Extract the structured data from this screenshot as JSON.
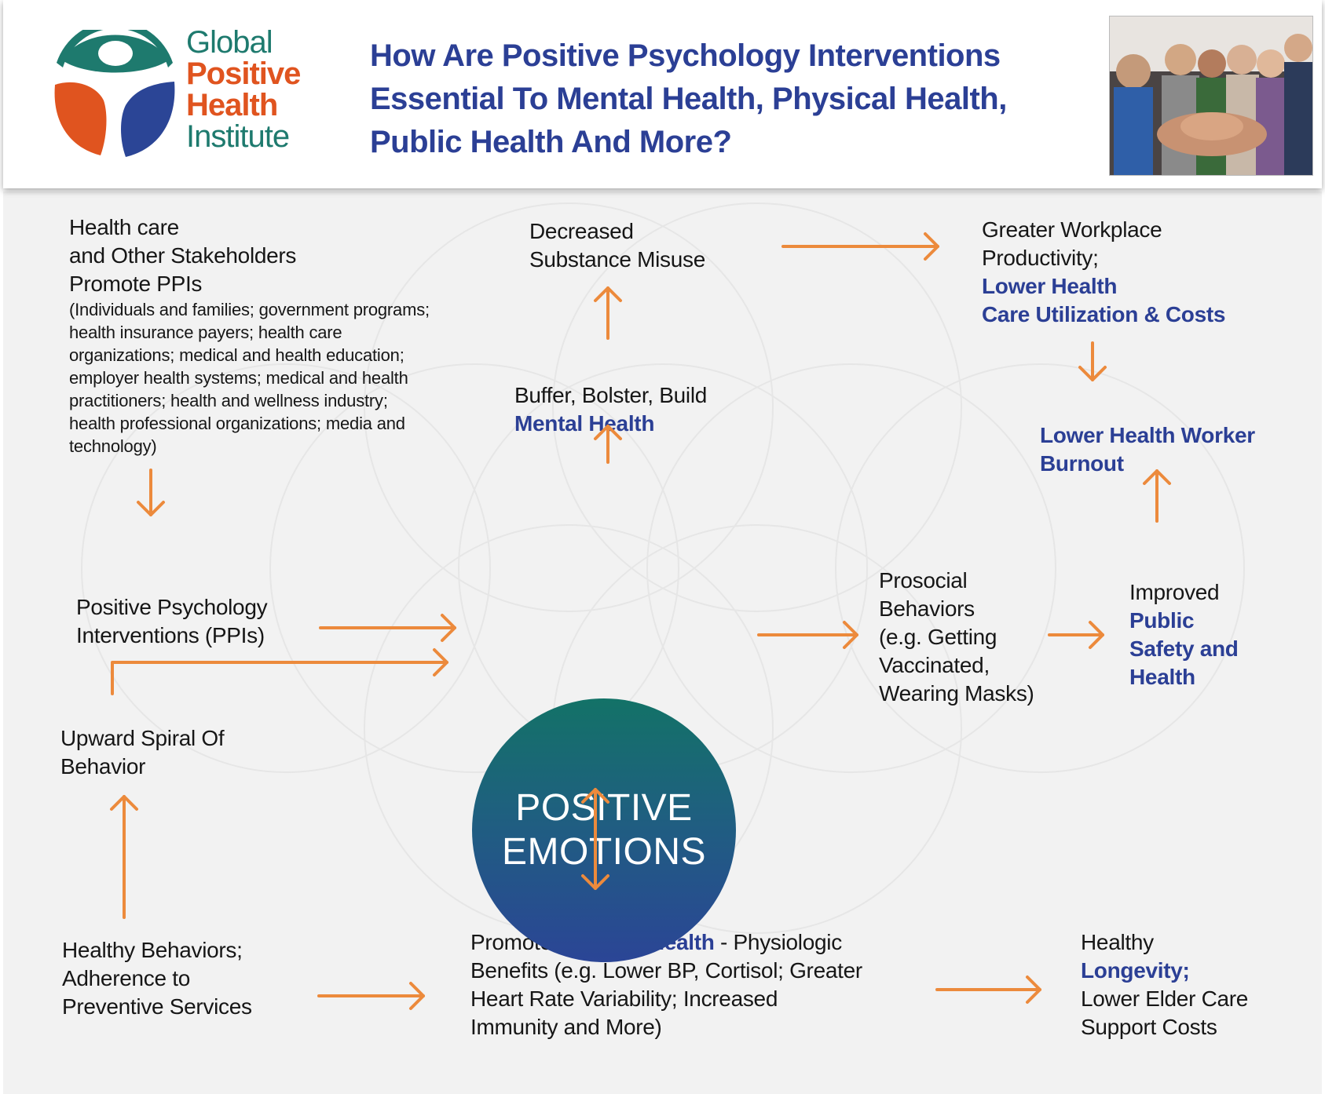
{
  "header": {
    "logo_lines": [
      "Global",
      "Positive",
      "Health",
      "Institute"
    ],
    "title_lines": [
      "How Are Positive Psychology Interventions",
      "Essential To Mental Health, Physical Health,",
      "Public Health And More?"
    ]
  },
  "diagram": {
    "center": [
      "POSITIVE",
      "EMOTIONS"
    ],
    "stakeholders": {
      "lines": [
        "Health care",
        "and Other Stakeholders",
        "Promote PPIs"
      ],
      "detail_lines": [
        "(Individuals and families; government programs;",
        "health insurance payers; health care",
        "organizations; medical and health education;",
        "employer health systems; medical and health",
        "practitioners; health and wellness industry;",
        "health professional organizations; media and",
        "technology)"
      ]
    },
    "ppi": [
      "Positive  Psychology",
      "Interventions (PPIs)"
    ],
    "upward_spiral": [
      "Upward Spiral Of",
      "Behavior"
    ],
    "healthy_behaviors": [
      "Healthy  Behaviors;",
      "Adherence to",
      "Preventive  Services"
    ],
    "substance": [
      "Decreased",
      "Substance Misuse"
    ],
    "mental": {
      "line1": "Buffer, Bolster, Build",
      "line2": "Mental Health"
    },
    "workplace": {
      "black_lines": [
        "Greater Workplace",
        "Productivity;"
      ],
      "blue_lines": [
        "Lower Health",
        "Care Utilization & Costs"
      ]
    },
    "burnout": [
      "Lower Health Worker",
      "Burnout"
    ],
    "prosocial": [
      "Prosocial",
      "Behaviors",
      "(e.g. Getting",
      "Vaccinated,",
      "Wearing Masks)"
    ],
    "public_safety": {
      "line1": "Improved",
      "blue_lines": [
        "Public",
        "Safety and",
        "Health"
      ]
    },
    "physical": {
      "prefix": "Promote ",
      "highlight": "Physical health",
      "suffix": " - Physiologic",
      "more_lines": [
        "Benefits (e.g. Lower BP, Cortisol; Greater",
        "Heart Rate Variability; Increased",
        "Immunity and More)"
      ]
    },
    "longevity": {
      "line1": "Healthy",
      "line2": "Longevity;",
      "more_lines": [
        "Lower Elder Care",
        "Support Costs"
      ]
    }
  },
  "colors": {
    "title_blue": "#2b3f95",
    "arrow_orange": "#ec8a3c",
    "logo_teal": "#1e7a6e",
    "logo_orange": "#e0541f",
    "circle_top": "#137267",
    "circle_bottom": "#2b4596"
  }
}
